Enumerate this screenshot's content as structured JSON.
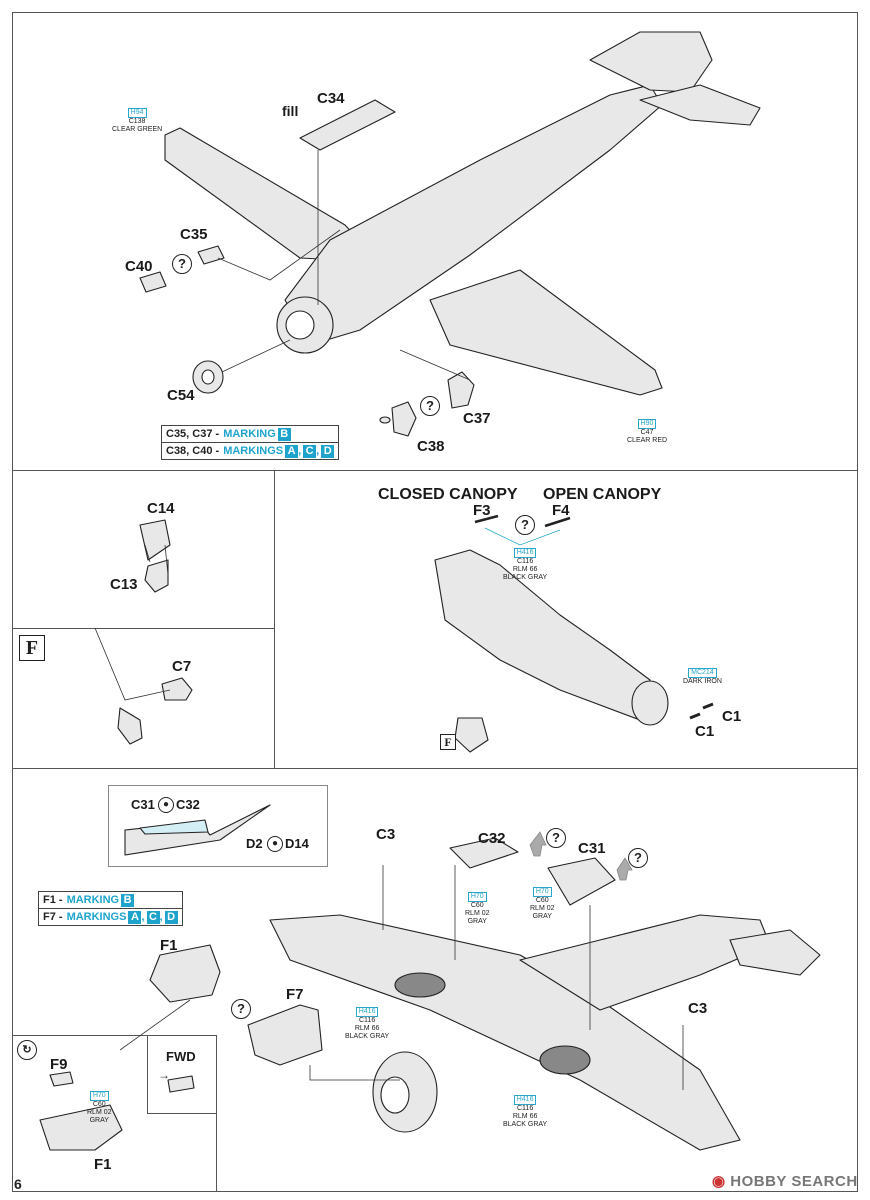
{
  "page_number": "6",
  "watermark": "HOBBY SEARCH",
  "panel1": {
    "parts": {
      "c34": "C34",
      "fill": "fill",
      "c35": "C35",
      "c40": "C40",
      "c54": "C54",
      "c37": "C37",
      "c38": "C38"
    },
    "paint_wingtip_left": {
      "code": "H94",
      "num": "C138",
      "name": "CLEAR GREEN"
    },
    "paint_wingtip_right": {
      "code": "H90",
      "num": "C47",
      "name": "CLEAR RED"
    },
    "markings": [
      {
        "parts": "C35, C37 -",
        "label": "MARKING",
        "letters": [
          "B"
        ]
      },
      {
        "parts": "C38, C40 -",
        "label": "MARKINGS",
        "letters": [
          "A",
          "C",
          "D"
        ]
      }
    ]
  },
  "panel2": {
    "parts": {
      "c14": "C14",
      "c13": "C13",
      "c7": "C7"
    },
    "f_label": "F"
  },
  "panel3": {
    "closed": "CLOSED CANOPY",
    "open": "OPEN CANOPY",
    "parts": {
      "f3": "F3",
      "f4": "F4",
      "c1a": "C1",
      "c1b": "C1"
    },
    "paint_canopy": {
      "code": "H416",
      "num": "C116",
      "name": "RLM 66",
      "name2": "BLACK GRAY"
    },
    "paint_exhaust": {
      "code": "MC214",
      "name": "DARK IRON"
    },
    "f_label": "F"
  },
  "panel4": {
    "inset": {
      "c31": "C31",
      "c32": "C32",
      "d2": "D2",
      "d14": "D14"
    },
    "parts": {
      "c3a": "C3",
      "c32": "C32",
      "c31": "C31",
      "c3b": "C3",
      "f1": "F1",
      "f7": "F7",
      "f9": "F9",
      "f1b": "F1",
      "fwd": "FWD"
    },
    "paint_c32": {
      "code": "H70",
      "num": "C60",
      "name": "RLM 02",
      "name2": "GRAY"
    },
    "paint_c31": {
      "code": "H70",
      "num": "C60",
      "name": "RLM 02",
      "name2": "GRAY"
    },
    "paint_bay_left": {
      "code": "H416",
      "num": "C116",
      "name": "RLM 66",
      "name2": "BLACK GRAY"
    },
    "paint_bay_right": {
      "code": "H416",
      "num": "C116",
      "name": "RLM 66",
      "name2": "BLACK GRAY"
    },
    "paint_f9": {
      "code": "H70",
      "num": "C60",
      "name": "RLM 02",
      "name2": "GRAY"
    },
    "markings": [
      {
        "parts": "F1 -",
        "label": "MARKING",
        "letters": [
          "B"
        ]
      },
      {
        "parts": "F7 -",
        "label": "MARKINGS",
        "letters": [
          "A",
          "C",
          "D"
        ]
      }
    ]
  },
  "colors": {
    "accent": "#1ea4cc",
    "line": "#222222",
    "fill": "#e6e6e6"
  }
}
